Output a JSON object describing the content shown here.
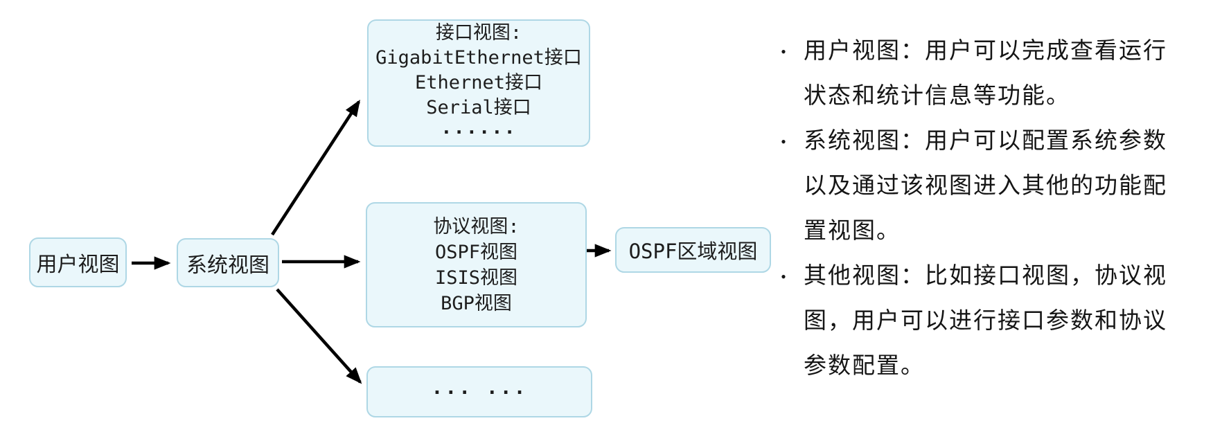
{
  "colors": {
    "background": "#ffffff",
    "node_fill": "#eaf7fb",
    "node_border": "#aed7e5",
    "arrow": "#000000",
    "text": "#1d1d1d"
  },
  "diagram": {
    "user_view": {
      "label": "用户视图"
    },
    "system_view": {
      "label": "系统视图"
    },
    "interface_view": {
      "lines": [
        "接口视图:",
        "GigabitEthernet接口",
        "Ethernet接口",
        "Serial接口",
        "······"
      ]
    },
    "protocol_view": {
      "lines": [
        "协议视图:",
        "OSPF视图",
        "ISIS视图",
        "BGP视图"
      ]
    },
    "ospf_area_view": {
      "label": "OSPF区域视图"
    },
    "other_view": {
      "label": "··· ···"
    }
  },
  "notes": {
    "bullet_char": "•",
    "items": [
      {
        "lines": [
          "用户视图：用户可以完成查看运行",
          "状态和统计信息等功能。"
        ]
      },
      {
        "lines": [
          "系统视图：用户可以配置系统参数",
          "以及通过该视图进入其他的功能配",
          "置视图。"
        ]
      },
      {
        "lines": [
          "其他视图：比如接口视图，协议视",
          "图，用户可以进行接口参数和协议",
          "参数配置。"
        ]
      }
    ]
  }
}
